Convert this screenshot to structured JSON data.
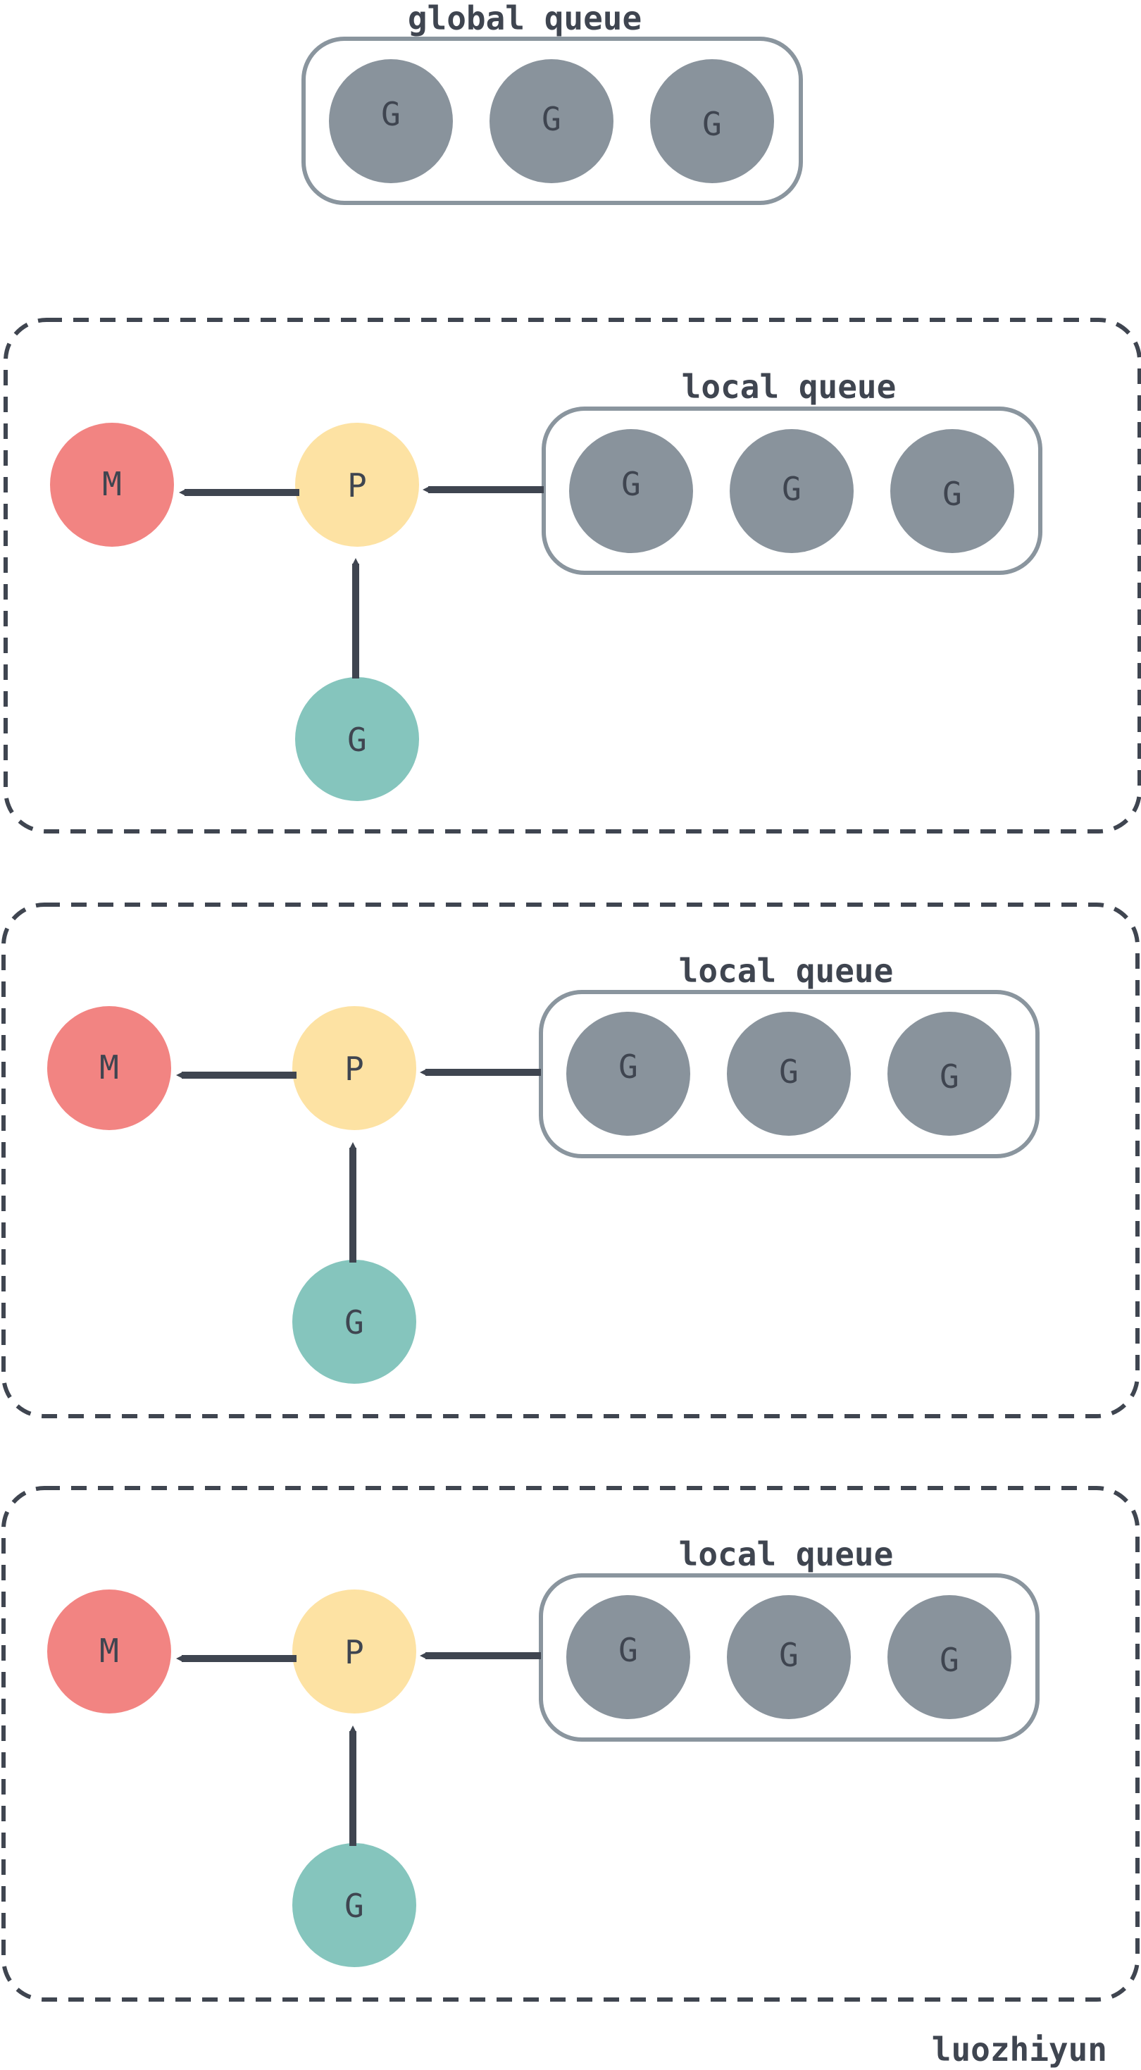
{
  "global_queue": {
    "title": "global queue",
    "items": [
      "G",
      "G",
      "G"
    ]
  },
  "groups": [
    {
      "local_queue_title": "local queue",
      "local_items": [
        "G",
        "G",
        "G"
      ],
      "m_label": "M",
      "p_label": "P",
      "g_label": "G"
    },
    {
      "local_queue_title": "local queue",
      "local_items": [
        "G",
        "G",
        "G"
      ],
      "m_label": "M",
      "p_label": "P",
      "g_label": "G"
    },
    {
      "local_queue_title": "local queue",
      "local_items": [
        "G",
        "G",
        "G"
      ],
      "m_label": "M",
      "p_label": "P",
      "g_label": "G"
    }
  ],
  "watermark": "luozhiyun",
  "colors": {
    "outline": "#8a959e",
    "dashed_border": "#3f4550",
    "arrow": "#3f4550",
    "text": "#3f4550",
    "g_queue": "#89939c",
    "m_node": "#f28482",
    "p_node": "#fde2a3",
    "g_running": "#85c5bd"
  }
}
